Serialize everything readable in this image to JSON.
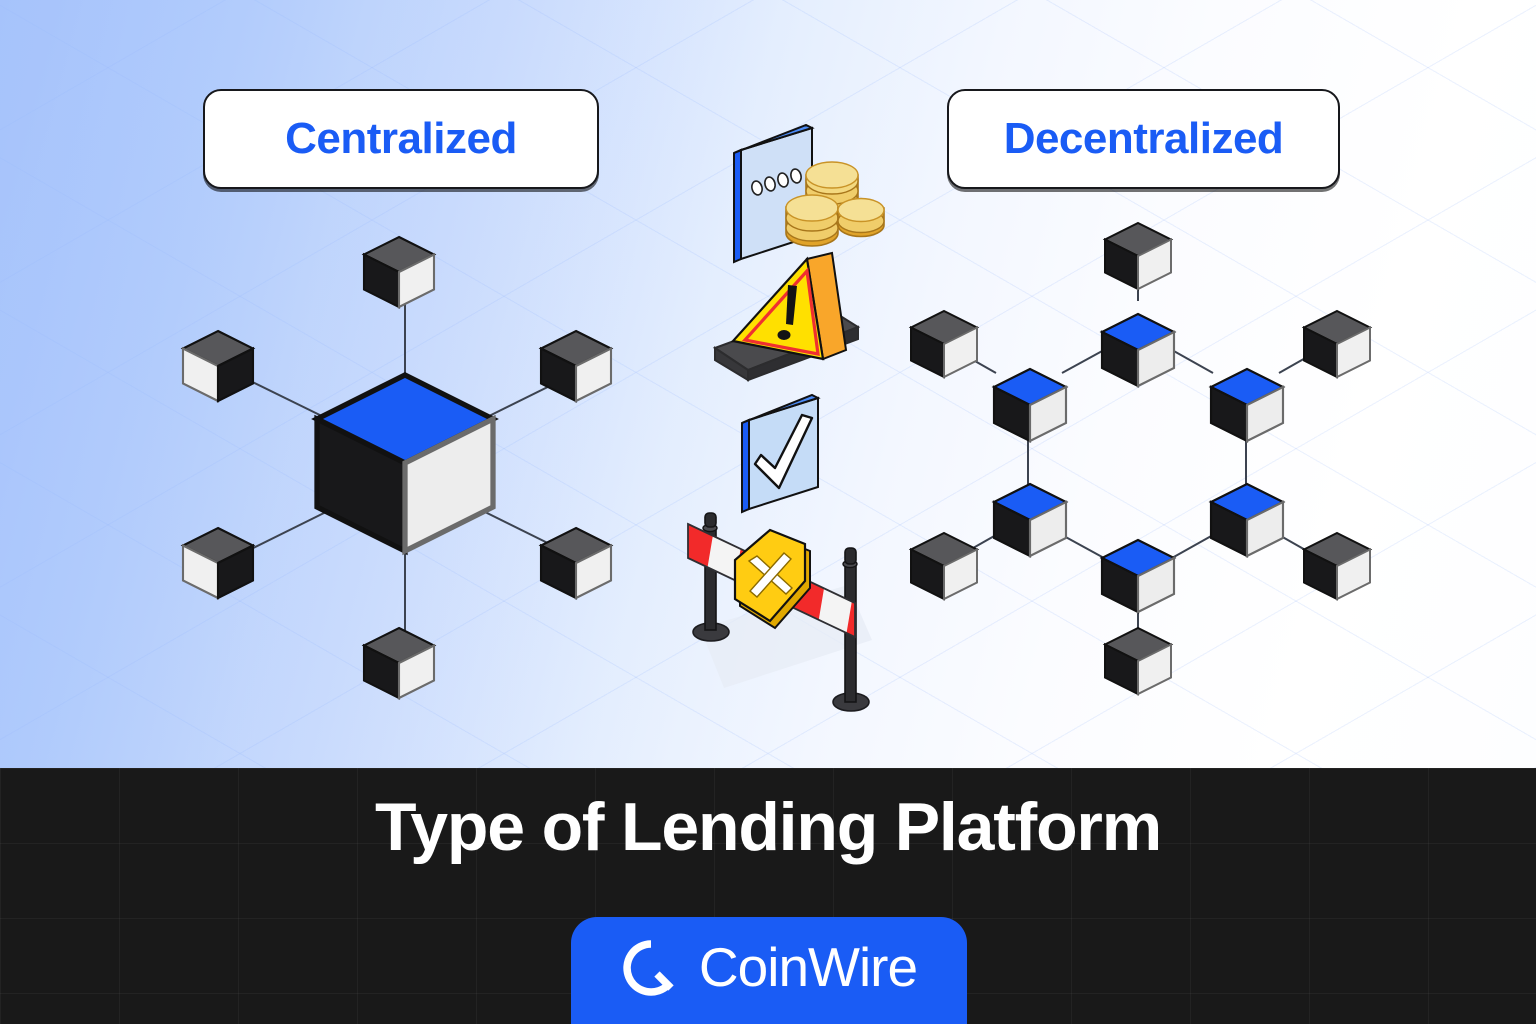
{
  "page": {
    "background_left_color": "#a6c3fb",
    "background_right_color": "#ffffff",
    "accent_blue": "#1a5cf5",
    "footer_color": "#191919"
  },
  "labels": {
    "left_pill": "Centralized",
    "right_pill": "Decentralized"
  },
  "footer": {
    "title": "Type of Lending Platform",
    "logo_text": "CoinWire",
    "logo_mark": "coinwire-ring-icon",
    "badge_color": "#1a5cf5"
  },
  "diagram": {
    "left_network": {
      "name": "centralized-network",
      "type": "hub-and-spoke",
      "hub_count": 1,
      "satellite_count": 6,
      "hub_top_color": "#1a5cf5",
      "hub_left_color": "#18181a",
      "hub_right_color": "#eeeeee",
      "satellite_top_color": "#555557",
      "satellite_left_color": "#18181a",
      "satellite_right_color": "#f2f2f2"
    },
    "right_network": {
      "name": "decentralized-network",
      "type": "mesh-ring",
      "blue_node_count": 6,
      "gray_node_count": 6,
      "node_top_color": "#1a5cf5",
      "node_left_color": "#18181a",
      "node_right_color": "#eeeeee"
    },
    "center_icons": [
      {
        "name": "card-and-coins-icon",
        "label": "payment card with coin stacks",
        "card_color": "#cfe0f7",
        "card_edge": "#1a5cf5",
        "coin_color": "#f0d070",
        "coin_edge": "#e0a32a",
        "dots": 4
      },
      {
        "name": "warning-triangle-icon",
        "label": "warning sign",
        "fill": "#ffe000",
        "accent": "#ff7a1a",
        "outline": "#f03030",
        "base": "#4a4a4d"
      },
      {
        "name": "checkmark-panel-icon",
        "label": "approved check panel",
        "panel": "#c5dcf7",
        "edge": "#1a5cf5",
        "check": "#ffffff"
      },
      {
        "name": "barrier-icon",
        "label": "restricted access barrier",
        "stripe_a": "#f22a2a",
        "stripe_b": "#f4f4f4",
        "post": "#2b2b2e",
        "sign": "#ffcc12"
      }
    ]
  }
}
